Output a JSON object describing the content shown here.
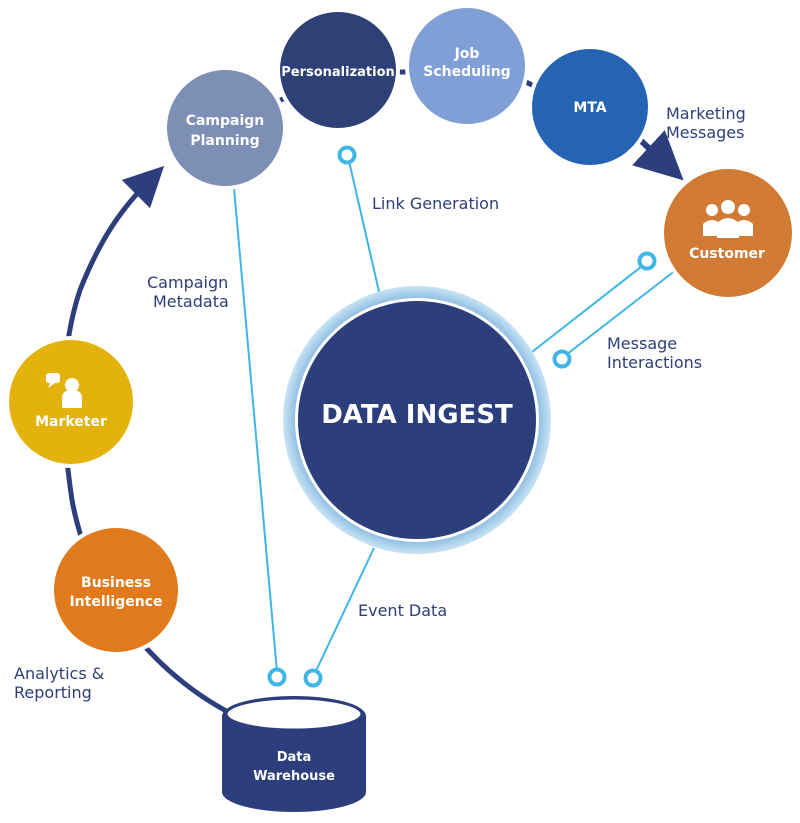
{
  "nodes": {
    "campaign_planning": {
      "label_1": "Campaign",
      "label_2": "Planning",
      "color": "#7e8fb5"
    },
    "personalization": {
      "label": "Personalization",
      "color": "#2d4177"
    },
    "job_scheduling": {
      "label_1": "Job",
      "label_2": "Scheduling",
      "color": "#7f9fd6"
    },
    "mta": {
      "label": "MTA",
      "color": "#2563b3"
    },
    "customer": {
      "label": "Customer",
      "color": "#d17a33",
      "icon": "people-icon"
    },
    "marketer": {
      "label": "Marketer",
      "color": "#e3b20c",
      "icon": "person-chat-icon"
    },
    "business_intelligence": {
      "label_1": "Business",
      "label_2": "Intelligence",
      "color": "#e07a1d"
    },
    "data_ingest": {
      "label": "DATA INGEST",
      "color": "#2c3f7c",
      "ring_color": "#8fbfe0"
    },
    "data_warehouse": {
      "label_1": "Data",
      "label_2": "Warehouse",
      "color": "#2c3f7c"
    }
  },
  "edge_labels": {
    "marketing_messages_1": "Marketing",
    "marketing_messages_2": "Messages",
    "link_generation": "Link Generation",
    "campaign_metadata_1": "Campaign",
    "campaign_metadata_2": "Metadata",
    "message_interactions_1": "Message",
    "message_interactions_2": "Interactions",
    "event_data": "Event Data",
    "analytics_1": "Analytics &",
    "analytics_2": "Reporting"
  },
  "colors": {
    "arc": "#2c3f7c",
    "connector": "#3fb6e6",
    "text": "#2d3e7a"
  }
}
